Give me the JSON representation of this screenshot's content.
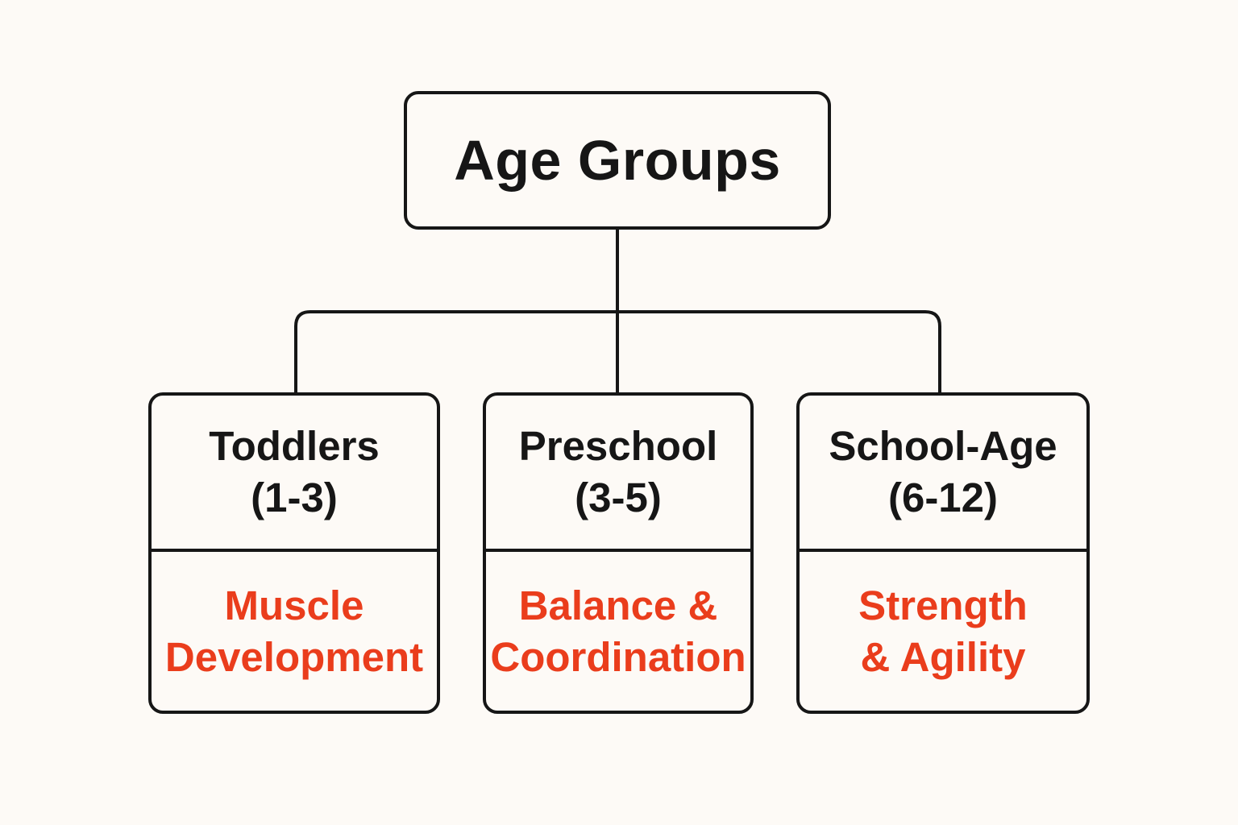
{
  "root": {
    "title": "Age Groups"
  },
  "groups": [
    {
      "name": "Toddlers",
      "range": "(1-3)",
      "focus_lines": [
        "Muscle",
        "Development"
      ]
    },
    {
      "name": "Preschool",
      "range": "(3-5)",
      "focus_lines": [
        "Balance &",
        "Coordination"
      ]
    },
    {
      "name": "School-Age",
      "range": "(6-12)",
      "focus_lines": [
        "Strength",
        "& Agility"
      ]
    }
  ],
  "colors": {
    "background": "#fdfaf6",
    "outline": "#161616",
    "text": "#161616",
    "accent": "#ea3d1c"
  }
}
